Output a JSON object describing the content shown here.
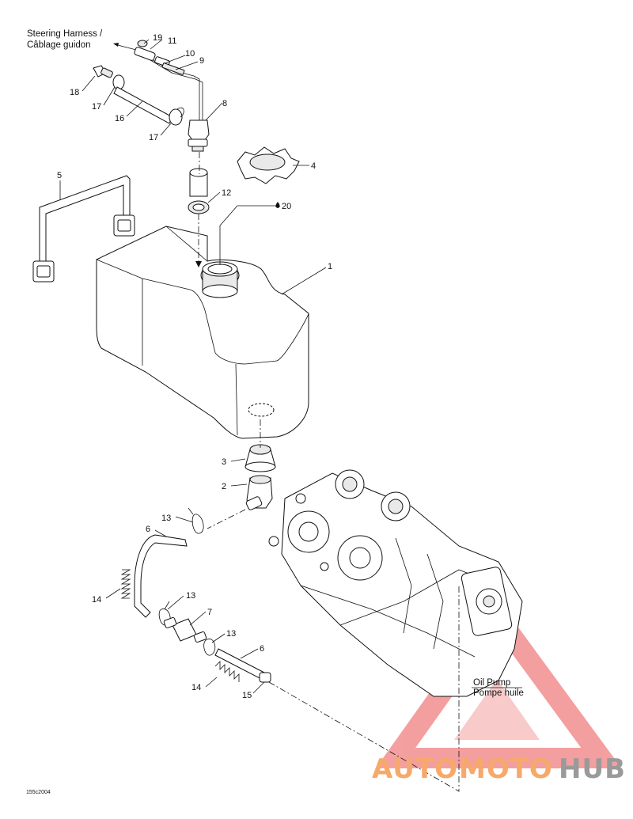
{
  "notes": {
    "steering_en": "Steering Harness /",
    "steering_fr": "Câblage guidon",
    "oil_en": "Oil Pump",
    "oil_fr": "Pompe huile"
  },
  "drawing_code": "155c2004",
  "watermark": {
    "part1": "AUTO",
    "part2": "MOTO",
    "part3": "HUB",
    "triangle_color": "#f08080",
    "text_color_red": "#f6a96a",
    "text_color_grey": "#9a9a9a"
  },
  "callouts": [
    "19",
    "11",
    "10",
    "9",
    "18",
    "17",
    "16",
    "17",
    "8",
    "4",
    "5",
    "12",
    "20",
    "1",
    "3",
    "2",
    "13",
    "6",
    "14",
    "13",
    "7",
    "13",
    "6",
    "14",
    "15"
  ]
}
